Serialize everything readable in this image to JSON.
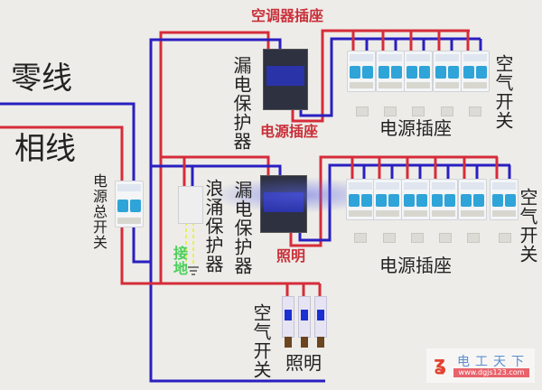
{
  "diagram": {
    "type": "household distribution box wiring diagram",
    "colors": {
      "background": "#edece8",
      "phase_wire": "#d62c3a",
      "neutral_wire": "#2a1fc0",
      "ground_wire": "#e6f05a",
      "red_label": "#c9303a",
      "green_label": "#4ccf5a"
    },
    "labels": {
      "neutral_line": "零线",
      "phase_line": "相线",
      "main_switch": "电源总开关",
      "surge_protector": "浪涌保护器",
      "ground": "接地",
      "rcd_top": "漏电保护器",
      "rcd_middle": "漏电保护器",
      "ac_socket": "空调器插座",
      "power_socket_red": "电源插座",
      "lighting_red": "照明",
      "power_sockets_top": "电源插座",
      "power_sockets_middle": "电源插座",
      "air_switch_top": "空气开关",
      "air_switch_middle": "空气开关",
      "air_switch_bottom": "空气开关",
      "lighting_bottom": "照明"
    },
    "components": {
      "top_row_breakers": 5,
      "middle_row_breakers": 6,
      "bottom_row_breakers": 3,
      "top_row_sockets": 5,
      "middle_row_sockets": 6
    },
    "watermark": {
      "icon": "dgtx-logo-icon",
      "name": "电工天下",
      "url": "www.dgjs123.com"
    }
  }
}
